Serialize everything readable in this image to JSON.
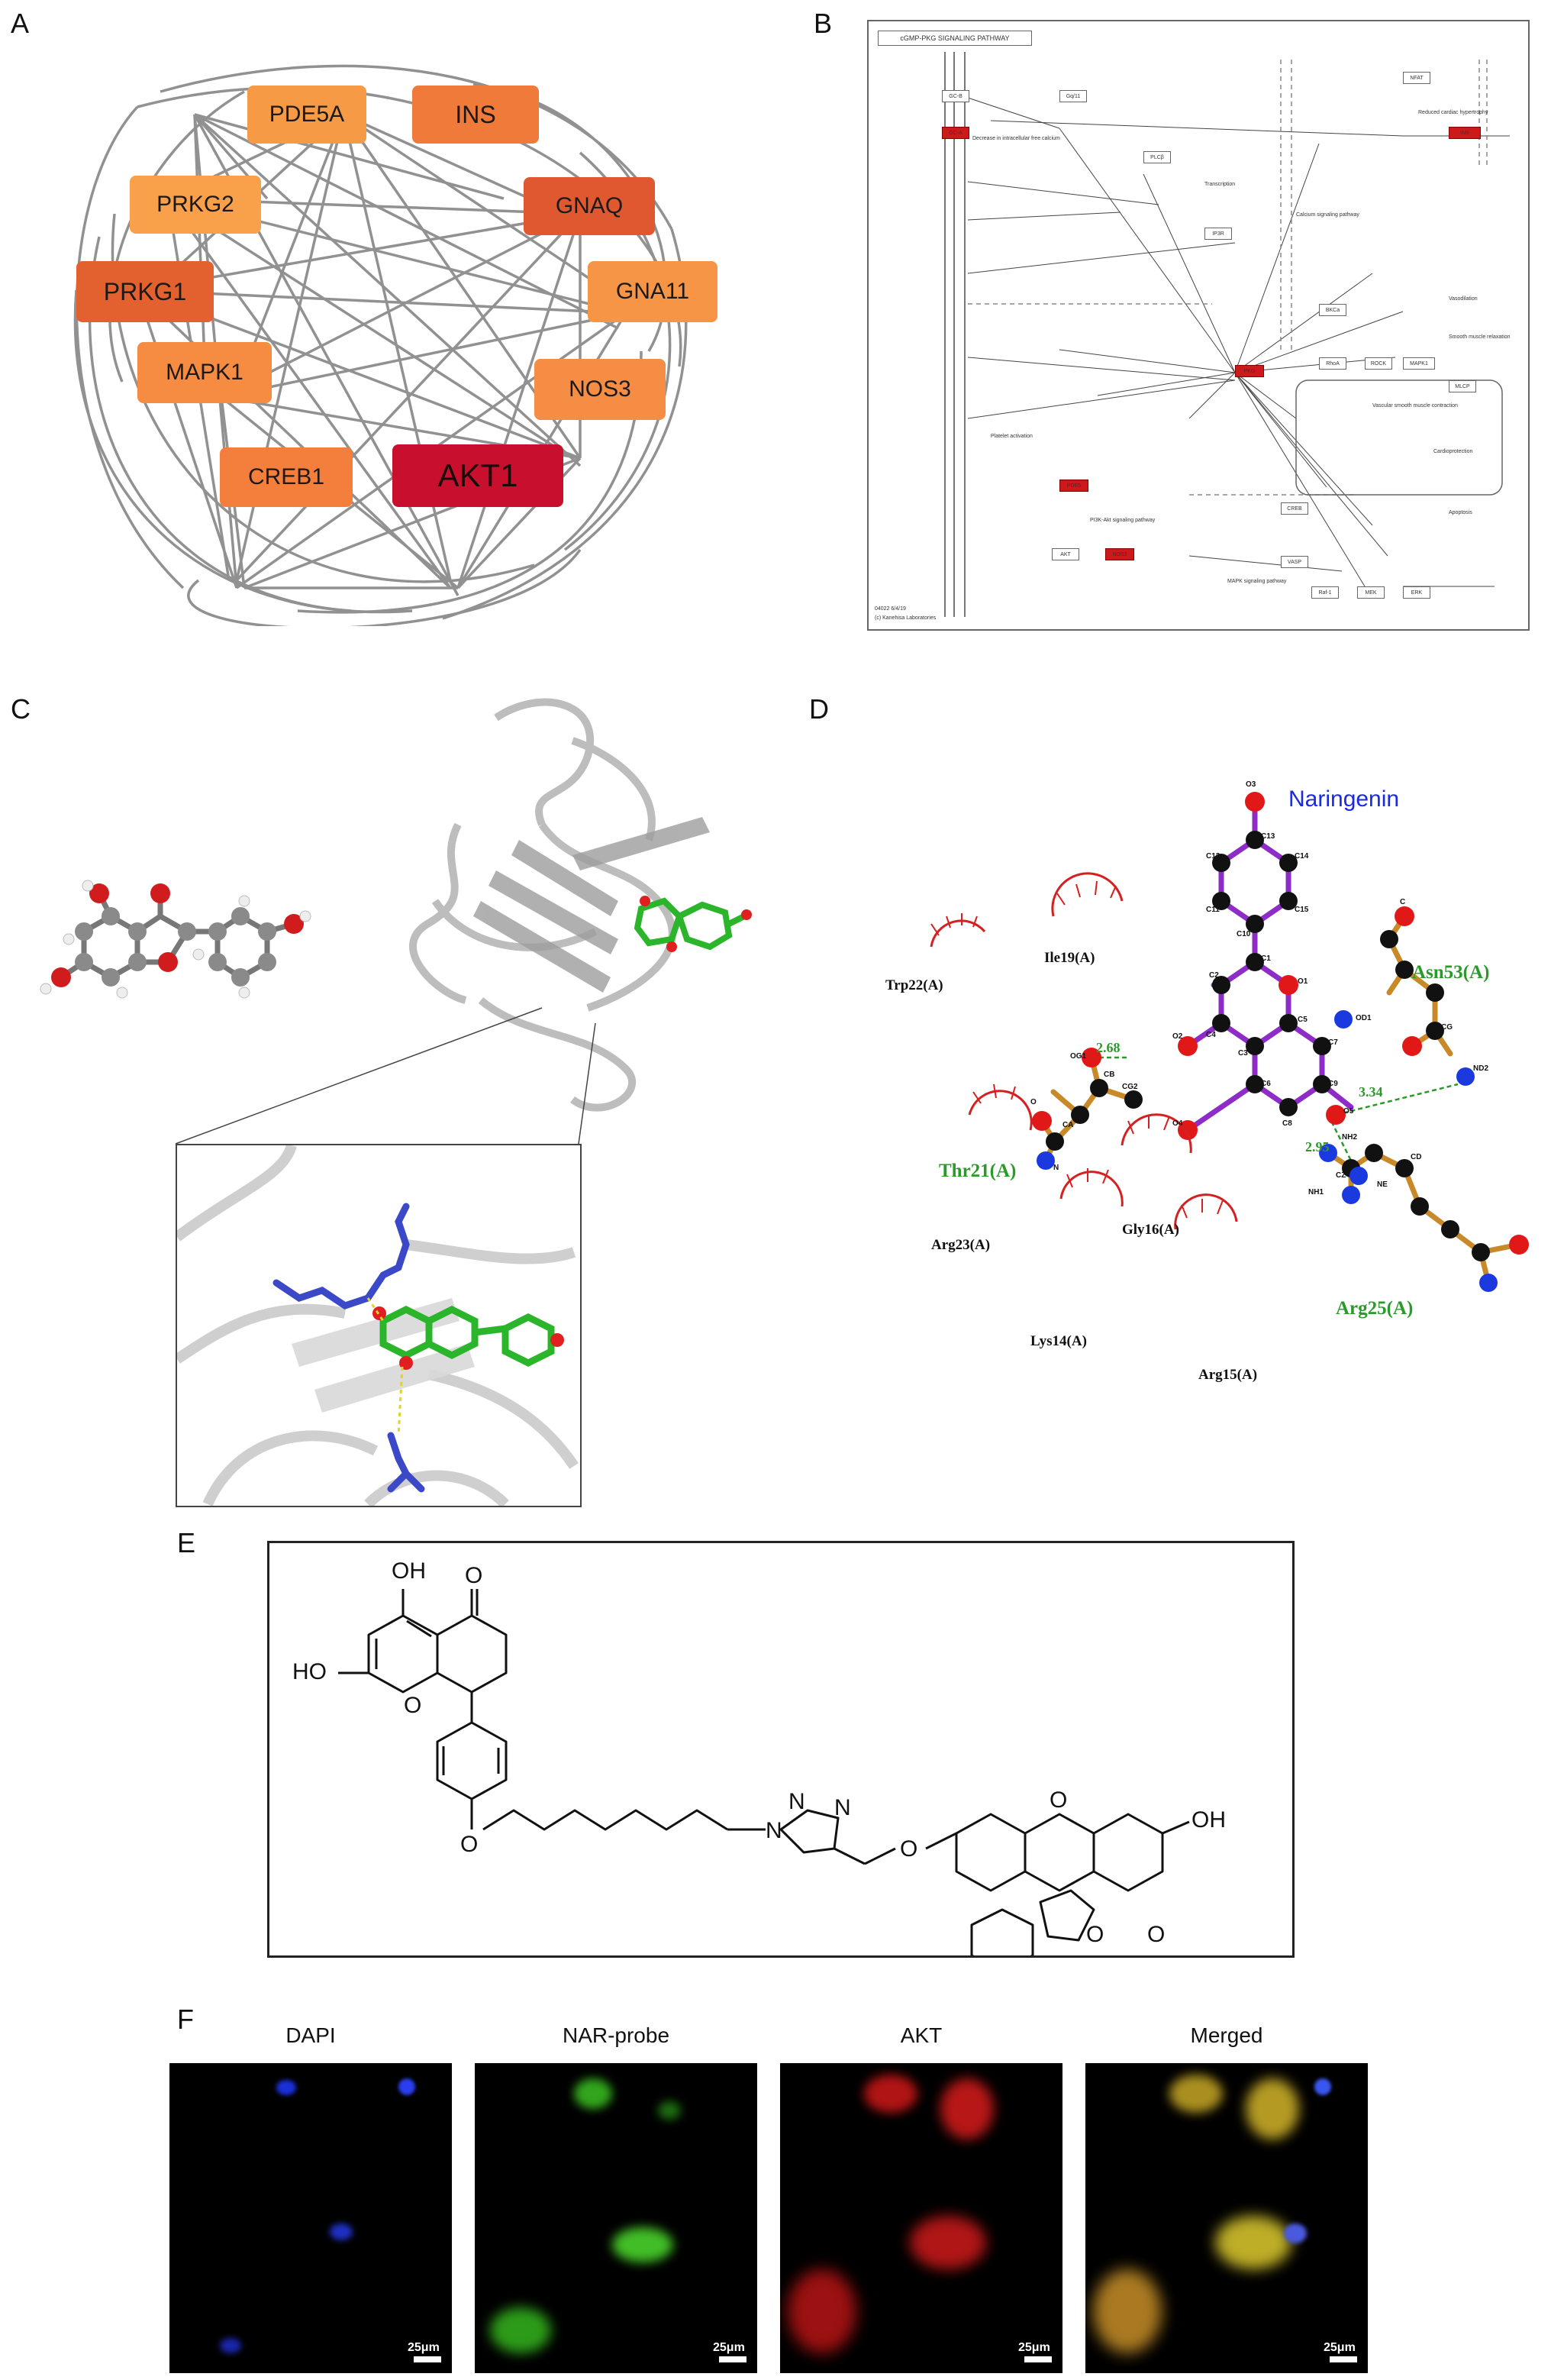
{
  "panels": {
    "a": {
      "letter": "A"
    },
    "b": {
      "letter": "B"
    },
    "c": {
      "letter": "C"
    },
    "d": {
      "letter": "D"
    },
    "e": {
      "letter": "E"
    },
    "f": {
      "letter": "F"
    }
  },
  "network": {
    "nodes": [
      {
        "id": "pde5a",
        "label": "PDE5A",
        "color": "#f79a46"
      },
      {
        "id": "ins",
        "label": "INS",
        "color": "#ef7a3a"
      },
      {
        "id": "prkg2",
        "label": "PRKG2",
        "color": "#f8a04a"
      },
      {
        "id": "gnaq",
        "label": "GNAQ",
        "color": "#e0582f"
      },
      {
        "id": "prkg1",
        "label": "PRKG1",
        "color": "#e3612f"
      },
      {
        "id": "gna11",
        "label": "GNA11",
        "color": "#f79547"
      },
      {
        "id": "mapk1",
        "label": "MAPK1",
        "color": "#f58c42"
      },
      {
        "id": "nos3",
        "label": "NOS3",
        "color": "#f68d44"
      },
      {
        "id": "creb1",
        "label": "CREB1",
        "color": "#f47f3d"
      },
      {
        "id": "akt1",
        "label": "AKT1",
        "color": "#c8102e"
      }
    ]
  },
  "pathway": {
    "title": "cGMP-PKG SIGNALING PATHWAY",
    "footer_id": "04022 6/4/19",
    "footer_copyright": "(c) Kanehisa Laboratories",
    "boxes": [
      "GC-A",
      "GC-B",
      "Gq/11",
      "PLCβ",
      "IP3R",
      "PKG",
      "PDE5",
      "NOS3",
      "AKT",
      "CREB",
      "MAPK1",
      "MLCP",
      "RhoA",
      "ROCK",
      "BKCa",
      "ERK",
      "VASP",
      "Raf-1",
      "MEK",
      "NFAT",
      "INS"
    ],
    "labels": [
      "Decrease in intracellular free calcium",
      "Transcription",
      "Calcium signaling pathway",
      "Vasodilation",
      "Platelet activation",
      "Cardioprotection",
      "Apoptosis",
      "MAPK signaling pathway",
      "PI3K-Akt signaling pathway",
      "Vascular smooth muscle contraction",
      "Smooth muscle relaxation",
      "Reduced cardiac hypertrophy"
    ]
  },
  "ligplot": {
    "ligand_name": "Naringenin",
    "hbond_distances": [
      "2.68",
      "3.34",
      "2.95"
    ],
    "residues_bonded": [
      "Thr21(A)",
      "Asn53(A)",
      "Arg25(A)"
    ],
    "residues_hydrophobic": [
      "Trp22(A)",
      "Ile19(A)",
      "Arg23(A)",
      "Gly16(A)",
      "Lys14(A)",
      "Arg15(A)"
    ],
    "atoms": [
      "O3",
      "C13",
      "C12",
      "C14",
      "C11",
      "C15",
      "C10",
      "C1",
      "C2",
      "O1",
      "C4",
      "C5",
      "O2",
      "C3",
      "C7",
      "C6",
      "C9",
      "O4",
      "C8",
      "O5",
      "OG1",
      "CB",
      "CG2",
      "CA",
      "N",
      "O",
      "C",
      "ND2",
      "OD1",
      "CG",
      "NH2",
      "NH1",
      "CZ",
      "NE",
      "CD"
    ]
  },
  "chem_e": {
    "labels": [
      "OH",
      "O",
      "HO",
      "O",
      "O",
      "N",
      "N",
      "N",
      "O",
      "O",
      "OH",
      "O",
      "O"
    ]
  },
  "micro": {
    "panels": [
      {
        "title": "DAPI",
        "scale": "25μm"
      },
      {
        "title": "NAR-probe",
        "scale": "25μm"
      },
      {
        "title": "AKT",
        "scale": "25μm"
      },
      {
        "title": "Merged",
        "scale": "25μm"
      }
    ]
  }
}
